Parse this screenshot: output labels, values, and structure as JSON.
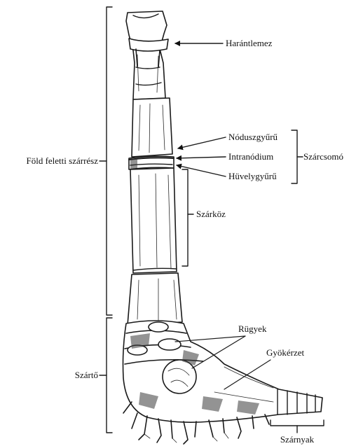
{
  "labels": {
    "harantlemez": "Harántlemez",
    "noduszgyuru": "Nóduszgyűrű",
    "intranodium": "Intranódium",
    "huvelygyuru": "Hüvelygyűrű",
    "szarcsomo": "Szárcsomó",
    "szarkoz": "Szárköz",
    "fold_feletti": "Föld feletti szárrész",
    "rugyek": "Rügyek",
    "gyokerzet": "Gyökérzet",
    "szarto": "Szártő",
    "szarnyak": "Szárnyak"
  },
  "colors": {
    "ink": "#1a1a1a",
    "paper": "#ffffff"
  }
}
